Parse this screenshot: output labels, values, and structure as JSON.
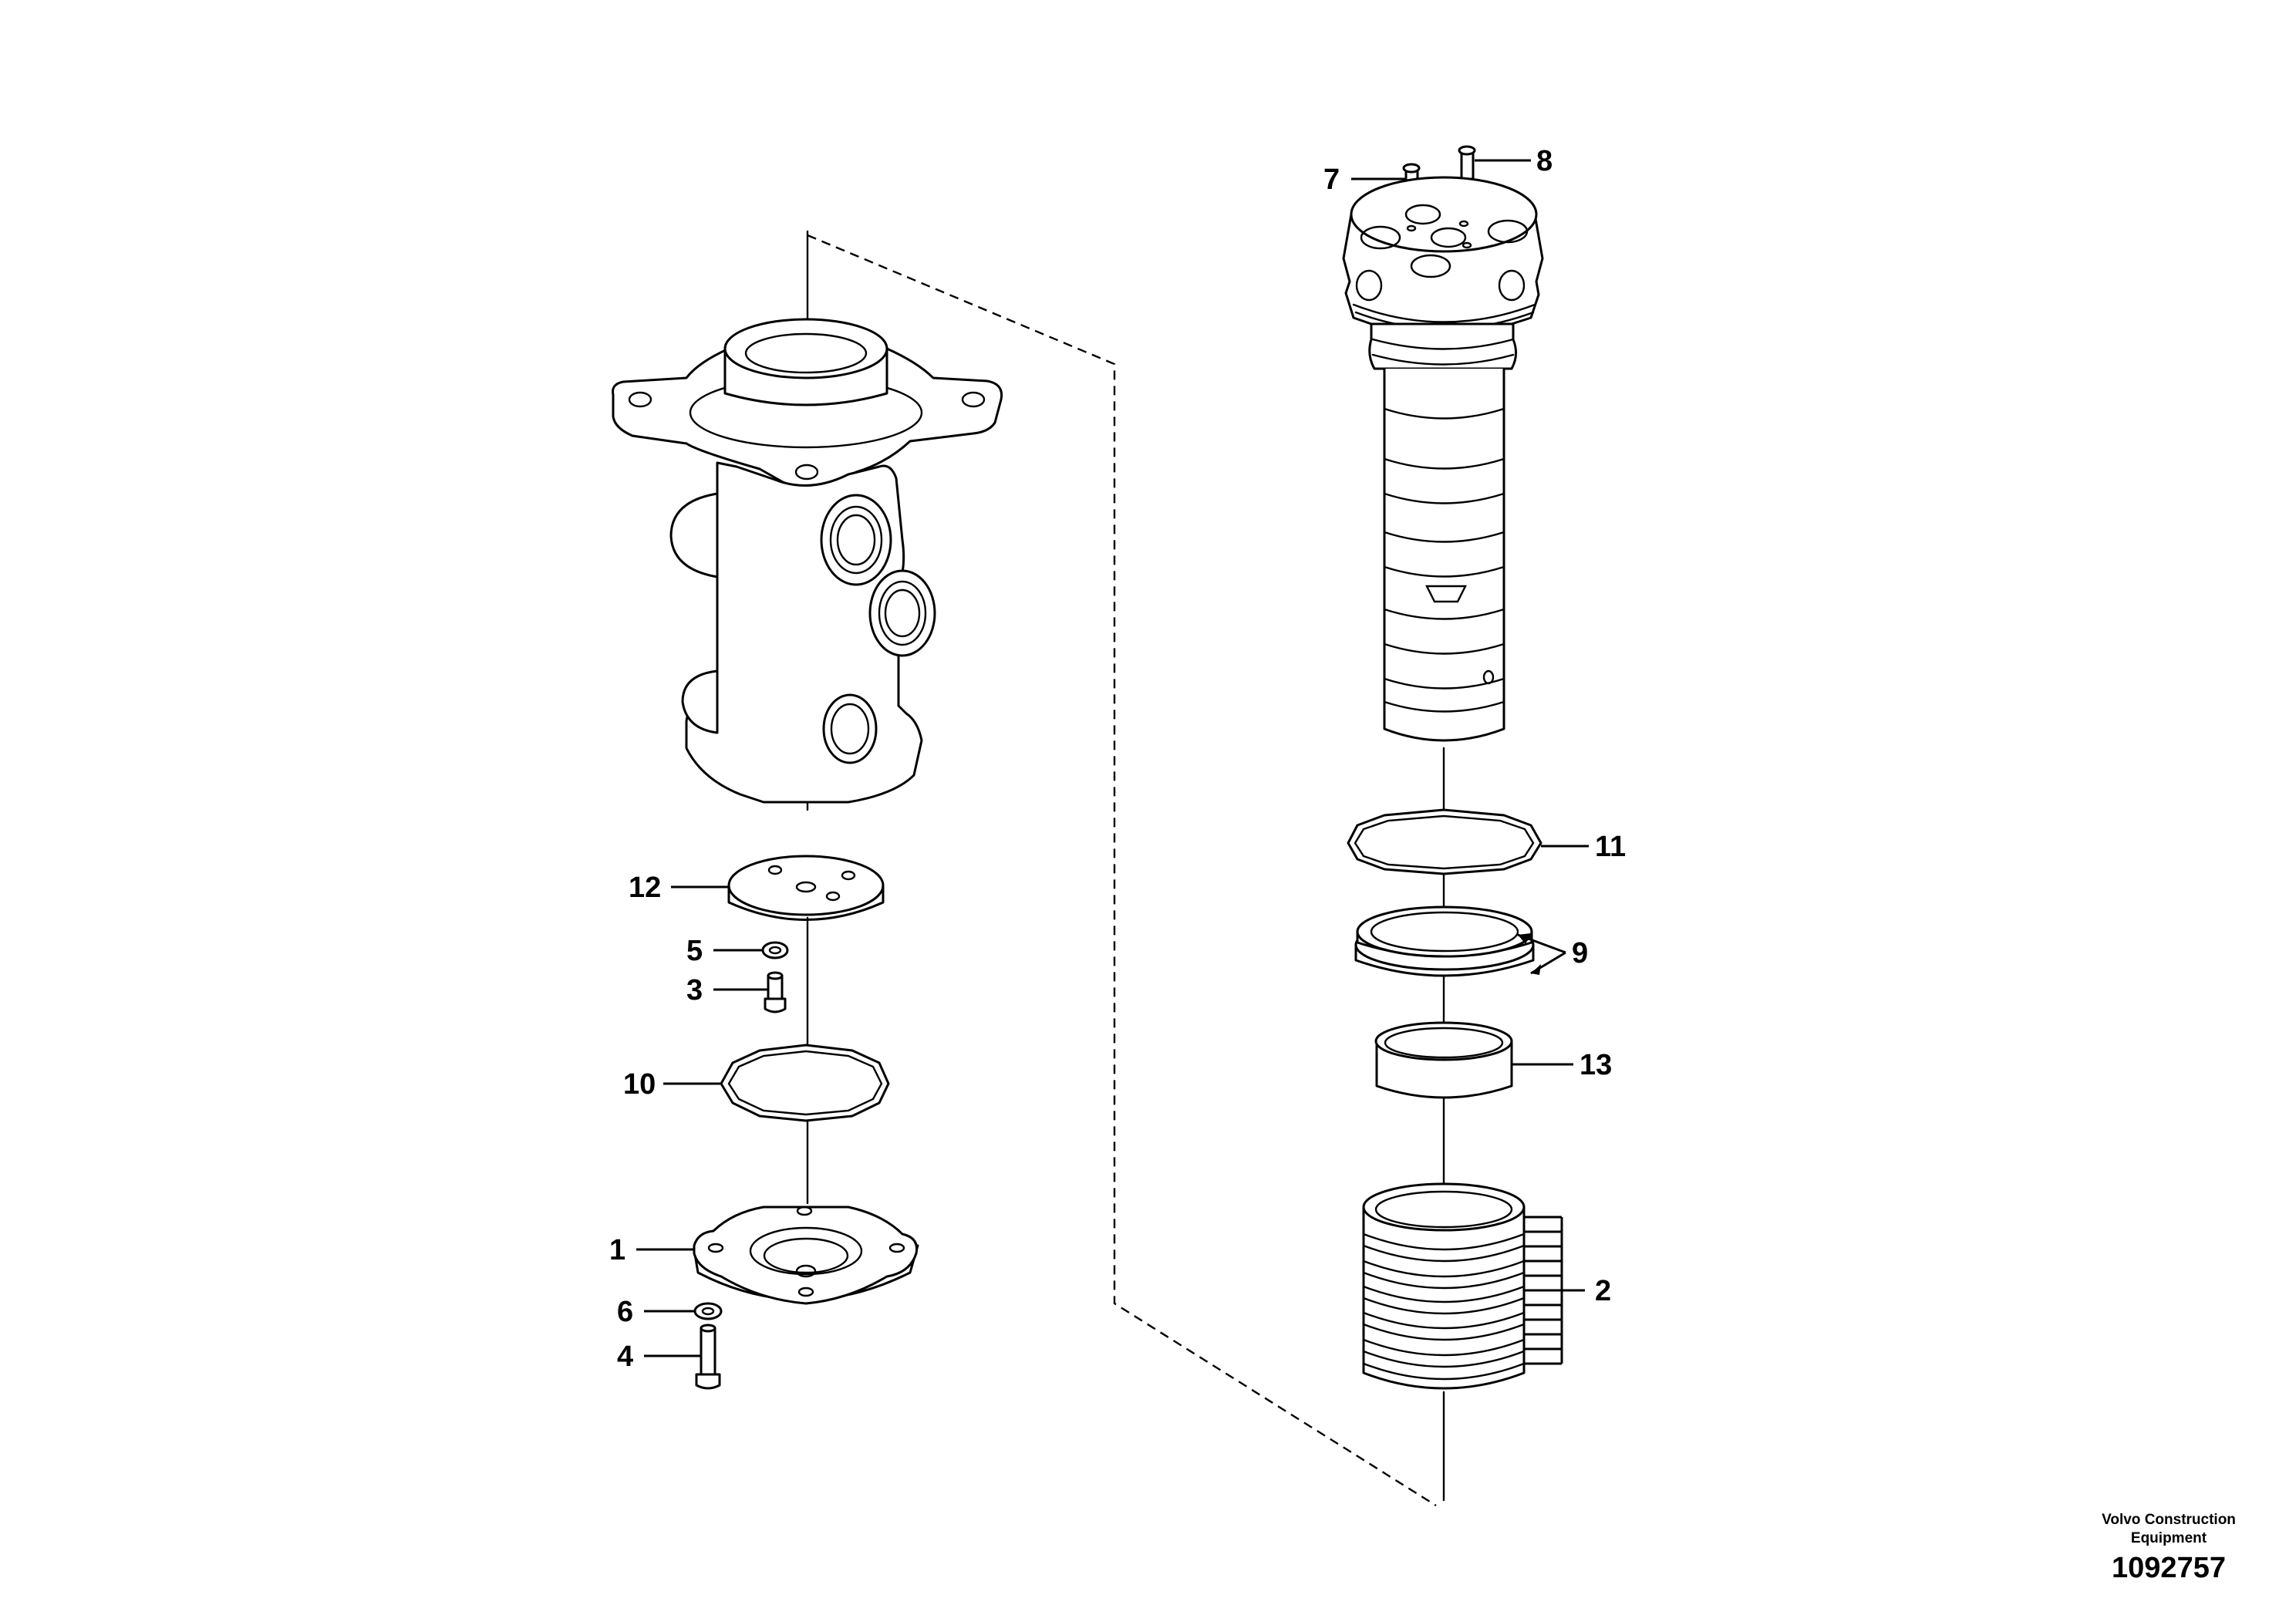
{
  "callouts": {
    "c1": "1",
    "c2": "2",
    "c3": "3",
    "c4": "4",
    "c5": "5",
    "c6": "6",
    "c7": "7",
    "c8": "8",
    "c9": "9",
    "c10": "10",
    "c11": "11",
    "c12": "12",
    "c13": "13"
  },
  "footer": {
    "brand_line1": "Volvo Construction",
    "brand_line2": "Equipment",
    "drawing_number": "1092757"
  },
  "colors": {
    "ink": "#000000",
    "paper": "#ffffff"
  }
}
